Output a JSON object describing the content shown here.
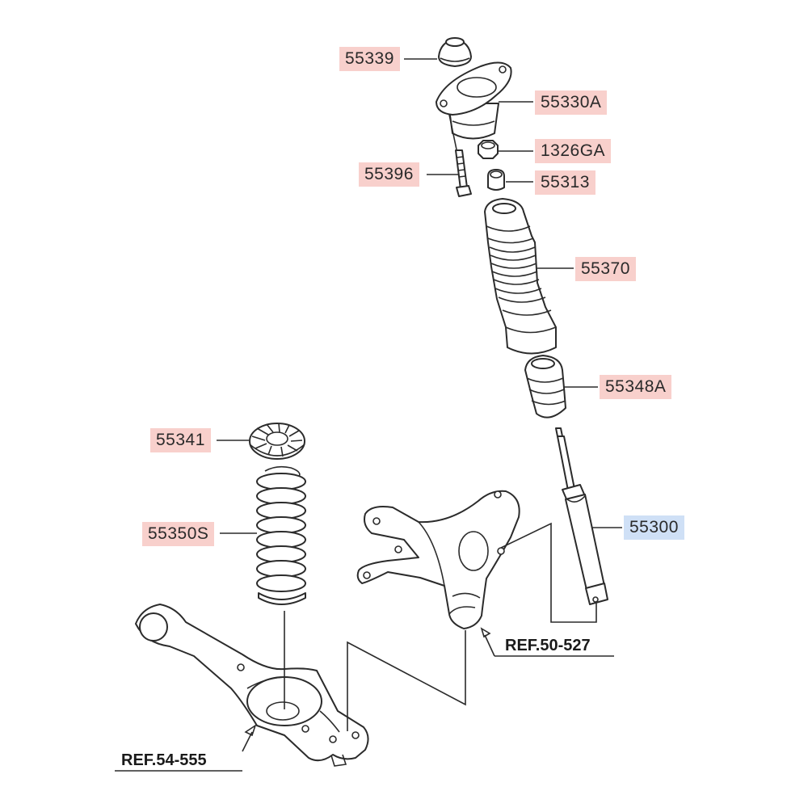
{
  "parts": [
    {
      "id": "55339",
      "label": "55339"
    },
    {
      "id": "55330A",
      "label": "55330A"
    },
    {
      "id": "1326GA",
      "label": "1326GA"
    },
    {
      "id": "55396",
      "label": "55396"
    },
    {
      "id": "55313",
      "label": "55313"
    },
    {
      "id": "55370",
      "label": "55370"
    },
    {
      "id": "55348A",
      "label": "55348A"
    },
    {
      "id": "55341",
      "label": "55341"
    },
    {
      "id": "55350S",
      "label": "55350S"
    },
    {
      "id": "55300",
      "label": "55300",
      "highlight": "#cfe0f6"
    }
  ],
  "references": [
    {
      "label": "REF.50-527"
    },
    {
      "label": "REF.54-555"
    }
  ],
  "colors": {
    "callout_fill": "#f8d0cc",
    "callout_selected_fill": "#cfe0f6",
    "line": "#2b2b2b"
  }
}
